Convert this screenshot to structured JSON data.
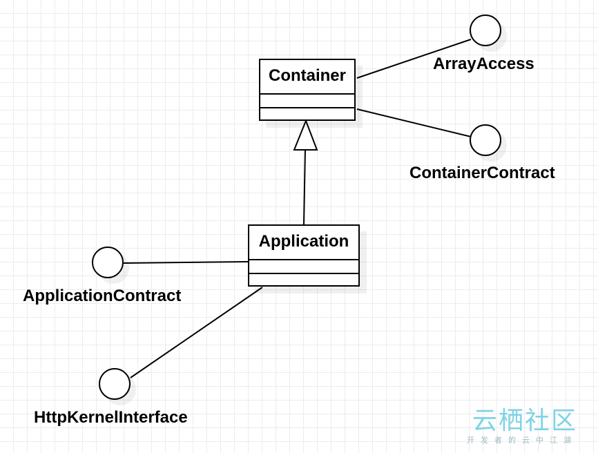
{
  "diagram": {
    "classes": [
      {
        "id": "container",
        "title": "Container"
      },
      {
        "id": "application",
        "title": "Application"
      }
    ],
    "interfaces": [
      {
        "id": "array-access",
        "label": "ArrayAccess"
      },
      {
        "id": "container-contract",
        "label": "ContainerContract"
      },
      {
        "id": "application-contract",
        "label": "ApplicationContract"
      },
      {
        "id": "http-kernel-interface",
        "label": "HttpKernelInterface"
      }
    ],
    "relations": [
      {
        "type": "inheritance",
        "from": "Application",
        "to": "Container"
      },
      {
        "type": "realization",
        "from": "Container",
        "to": "ArrayAccess"
      },
      {
        "type": "realization",
        "from": "Container",
        "to": "ContainerContract"
      },
      {
        "type": "realization",
        "from": "Application",
        "to": "ApplicationContract"
      },
      {
        "type": "realization",
        "from": "Application",
        "to": "HttpKernelInterface"
      }
    ]
  },
  "watermark": {
    "main": "云栖社区",
    "sub": "开发者的云中江湖",
    "color": "#7fd3e6"
  }
}
